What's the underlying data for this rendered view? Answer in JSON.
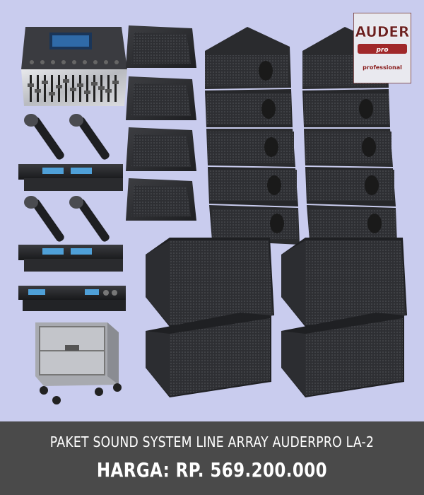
{
  "brand": {
    "logo_name": "AUDER",
    "logo_subtitle": "professional"
  },
  "caption": {
    "title": "PAKET SOUND SYSTEM LINE ARRAY AUDERPRO LA-2",
    "price": "HARGA: RP. 569.200.000"
  },
  "colors": {
    "background": "#c9ccee",
    "caption_bar": "#4a4a4a",
    "caption_text": "#ffffff",
    "equipment": "#2b2b2b"
  }
}
